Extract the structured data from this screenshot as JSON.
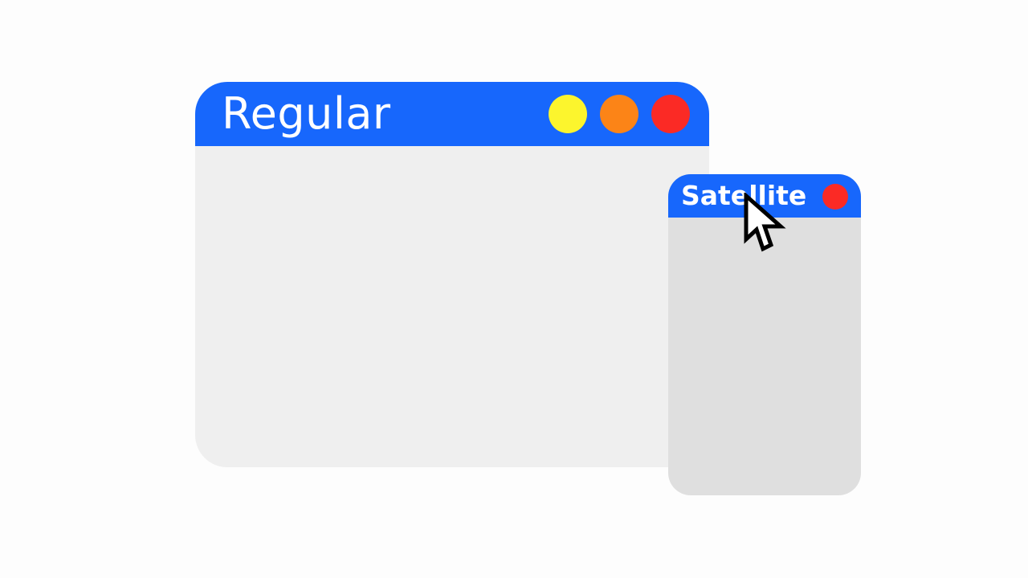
{
  "regular_window": {
    "title": "Regular",
    "controls": [
      {
        "name": "minimize",
        "color": "#fcf52d"
      },
      {
        "name": "maximize",
        "color": "#fc8417"
      },
      {
        "name": "close",
        "color": "#fb2a25"
      }
    ]
  },
  "satellite_window": {
    "title": "Satellite",
    "close_color": "#fb2a25"
  },
  "colors": {
    "titlebar": "#1767fc",
    "regular_body": "#efefef",
    "satellite_body": "#dfdfdf",
    "background": "#fdfdfd"
  },
  "cursor": {
    "icon": "arrow-pointer-icon"
  }
}
